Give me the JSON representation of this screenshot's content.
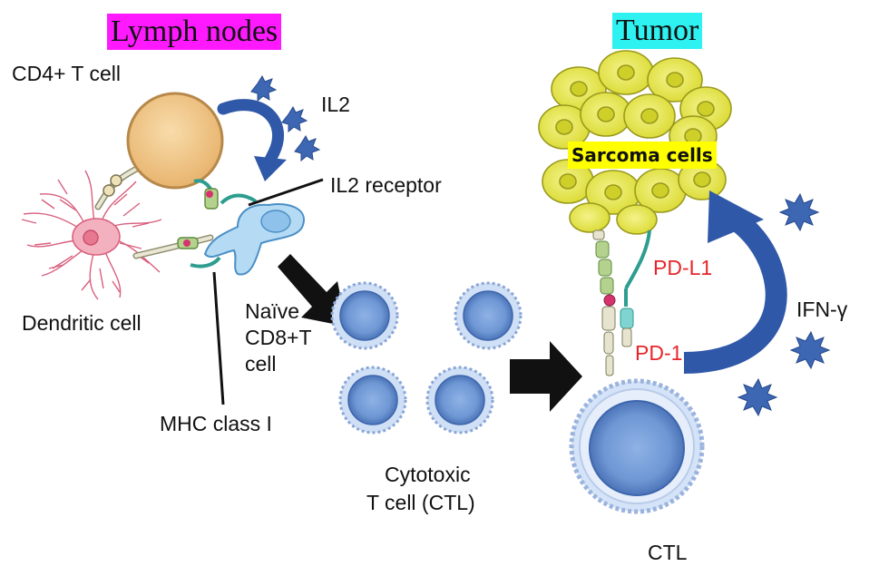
{
  "headings": {
    "lymph_nodes": "Lymph nodes",
    "tumor": "Tumor"
  },
  "labels": {
    "cd4_t_cell": "CD4+ T cell",
    "il2": "IL2",
    "il2_receptor": "IL2 receptor",
    "dendritic_cell": "Dendritic cell",
    "naive_cd8_line1": "Naïve",
    "naive_cd8_line2": "CD8+T",
    "naive_cd8_line3": "cell",
    "mhc_class_i": "MHC class I",
    "cytotoxic_line1": "Cytotoxic",
    "cytotoxic_line2": "T cell (CTL)",
    "sarcoma_cells": "Sarcoma cells",
    "pd_l1": "PD-L1",
    "pd_1": "PD-1",
    "ifn_gamma": "IFN-γ",
    "ctl": "CTL"
  },
  "colors": {
    "lymph_highlight": "#ff19ff",
    "tumor_highlight": "#2ef1f1",
    "sarcoma_highlight": "#ffff00",
    "checkpoint_text": "#e8262a",
    "tcell_blue": "#7aa3db",
    "arrow_blue": "#2f58a8",
    "cd4_fill": "#f2c98d",
    "dendritic_pink": "#e58aa0",
    "sarcoma_yellow": "#e8ea56"
  }
}
